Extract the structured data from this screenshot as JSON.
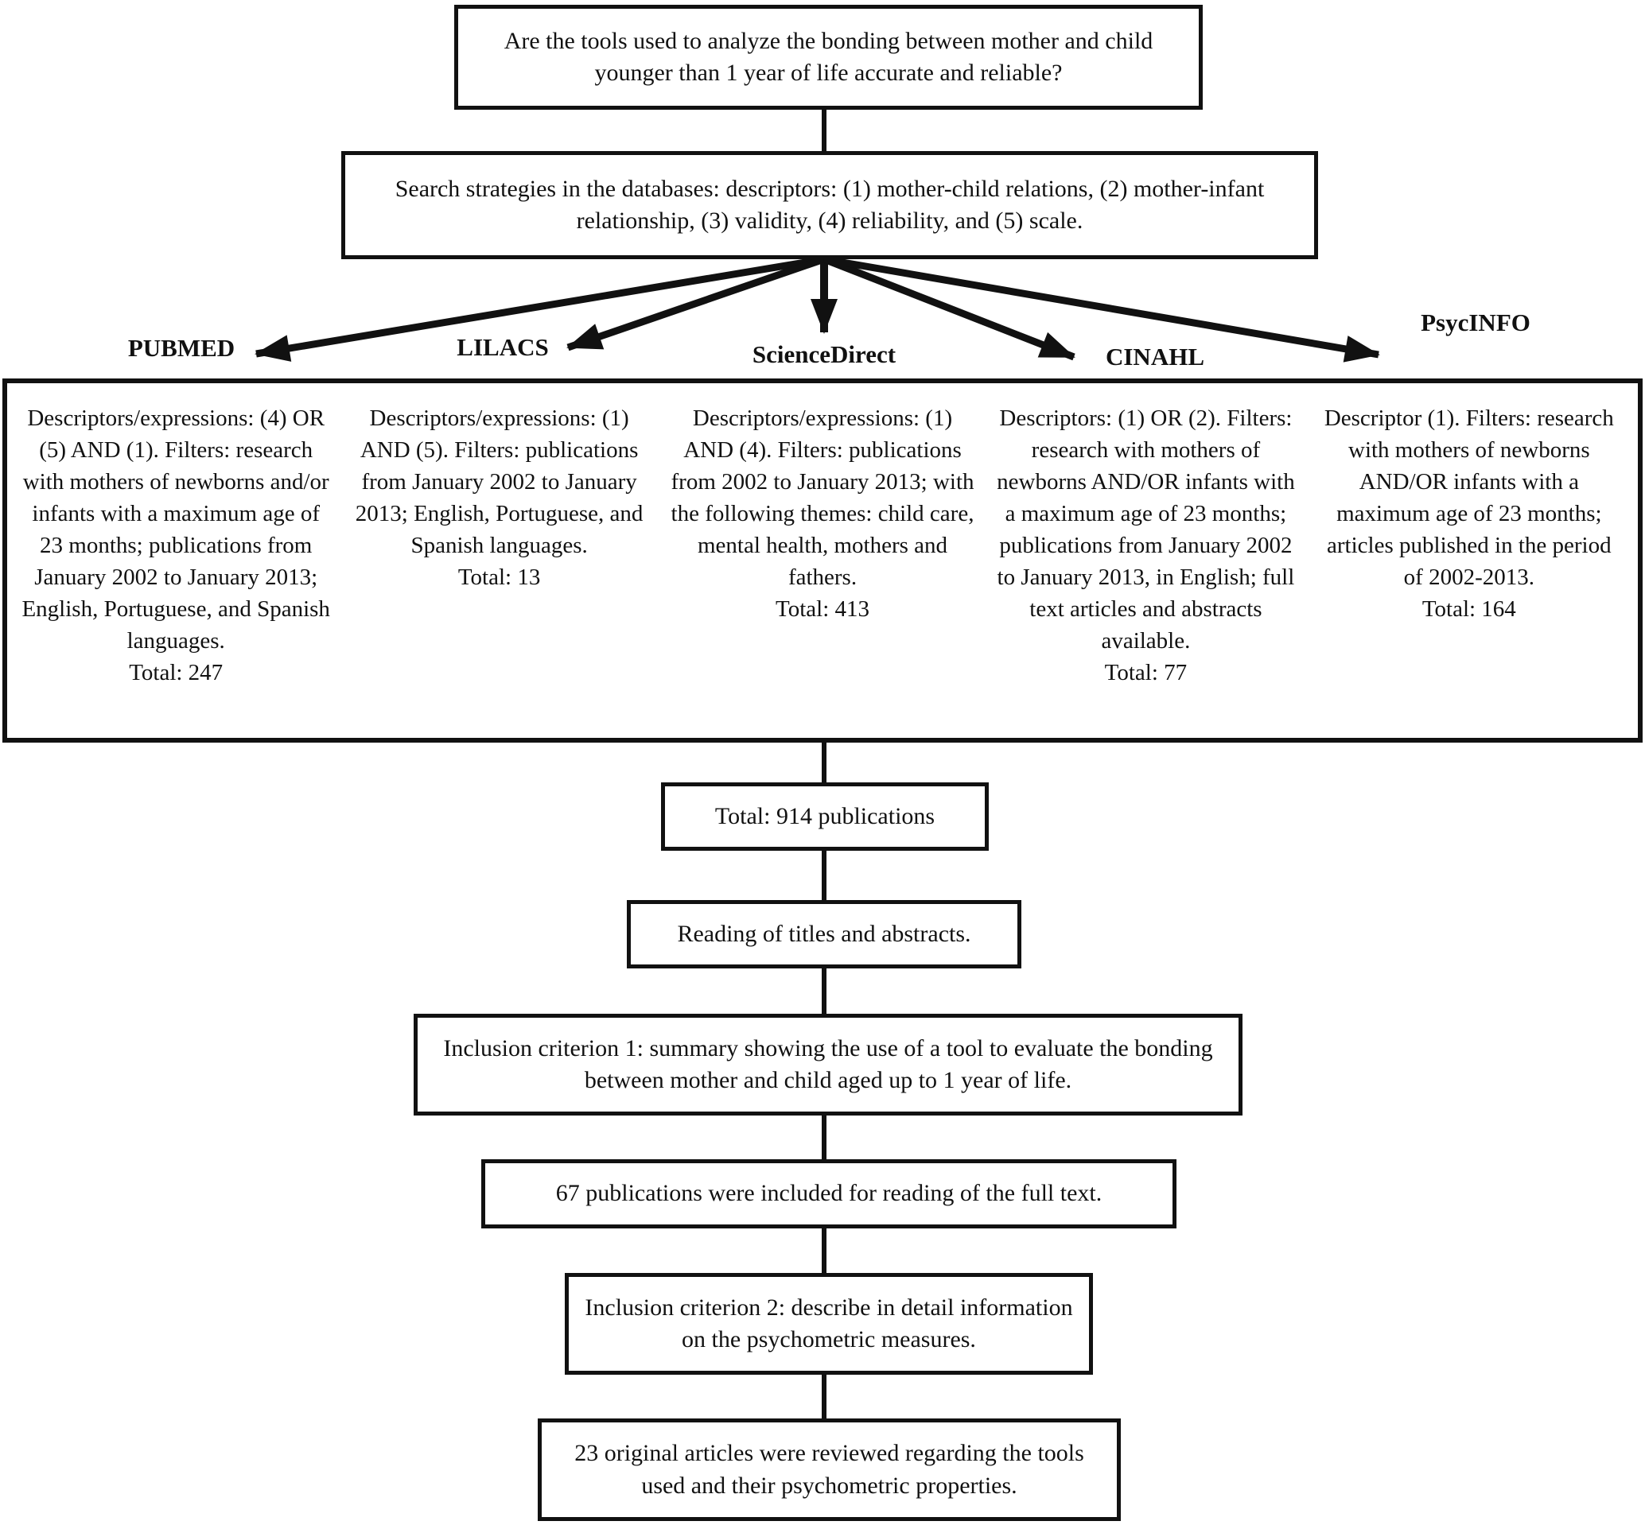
{
  "question_box": {
    "text": "Are the tools used to analyze the bonding between mother and child younger than 1 year of life accurate and reliable?"
  },
  "search_box": {
    "text": "Search strategies in the databases: descriptors: (1) mother-child relations, (2) mother-infant relationship, (3) validity, (4) reliability, and (5) scale."
  },
  "databases": [
    {
      "label": "PUBMED",
      "details": "Descriptors/expressions: (4) OR (5) AND (1). Filters: research with mothers of newborns and/or infants with a maximum age of 23 months; publications from January 2002 to January 2013; English, Portuguese, and Spanish languages.",
      "total": "Total: 247"
    },
    {
      "label": "LILACS",
      "details": "Descriptors/expressions: (1) AND (5). Filters: publications from January 2002 to January 2013; English, Portuguese, and Spanish languages.",
      "total": "Total: 13"
    },
    {
      "label": "ScienceDirect",
      "details": "Descriptors/expressions: (1) AND (4). Filters: publications from 2002 to January 2013; with the following themes: child care, mental health, mothers and fathers.",
      "total": "Total: 413"
    },
    {
      "label": "CINAHL",
      "details": "Descriptors: (1) OR (2). Filters: research with mothers of newborns AND/OR infants with a maximum age of 23 months; publications from January 2002 to January 2013, in English; full text articles and abstracts available.",
      "total": "Total: 77"
    },
    {
      "label": "PsycINFO",
      "details": "Descriptor (1). Filters: research with mothers of newborns AND/OR infants with a maximum age of 23 months; articles published in the period of 2002-2013.",
      "total": "Total: 164"
    }
  ],
  "flow_boxes": [
    {
      "text": "Total: 914 publications"
    },
    {
      "text": "Reading of titles and abstracts."
    },
    {
      "text": "Inclusion criterion 1: summary showing the use of a tool to evaluate the bonding between mother and child aged up to 1 year of life."
    },
    {
      "text": "67 publications were included for reading of the full text."
    },
    {
      "text": "Inclusion criterion 2: describe in detail information on the psychometric measures."
    },
    {
      "text": "23 original articles were reviewed regarding the tools used and their psychometric properties."
    }
  ],
  "colors": {
    "ink": "#111111",
    "background": "#ffffff"
  }
}
